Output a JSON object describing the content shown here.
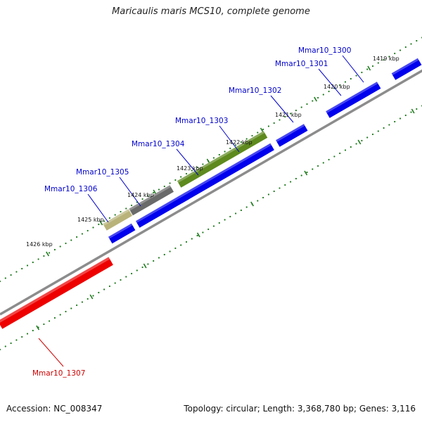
{
  "title": "Maricaulis maris MCS10, complete genome",
  "footer": {
    "accession": "Accession: NC_008347",
    "summary": "Topology: circular; Length: 3,368,780 bp; Genes: 3,116"
  },
  "colors": {
    "forward_cds": "#0000ee",
    "reverse_cds": "#ee0000",
    "reverse_cds_light": "#ee7a86",
    "backbone": "#8c8c8c",
    "tick": "#1e7a1e",
    "label_forward": "#0000cc",
    "label_reverse": "#cc0000",
    "feature_orange": "#f28a00",
    "feature_olive": "#5e8a1e",
    "feature_gray": "#6a6a6a",
    "feature_khaki": "#b9b37a"
  },
  "kbp_marks": [
    "1419 kbp",
    "1420 kbp",
    "1421 kbp",
    "1422 kbp",
    "1423 kbp",
    "1424 kbp",
    "1425 kbp",
    "1426 kbp"
  ],
  "gene_labels": [
    {
      "name": "Mmar10_1300",
      "strand": "forward"
    },
    {
      "name": "Mmar10_1301",
      "strand": "forward"
    },
    {
      "name": "Mmar10_1302",
      "strand": "forward"
    },
    {
      "name": "Mmar10_1303",
      "strand": "forward"
    },
    {
      "name": "Mmar10_1304",
      "strand": "forward"
    },
    {
      "name": "Mmar10_1305",
      "strand": "forward"
    },
    {
      "name": "Mmar10_1306",
      "strand": "forward"
    },
    {
      "name": "Mmar10_1307",
      "strand": "reverse"
    }
  ]
}
